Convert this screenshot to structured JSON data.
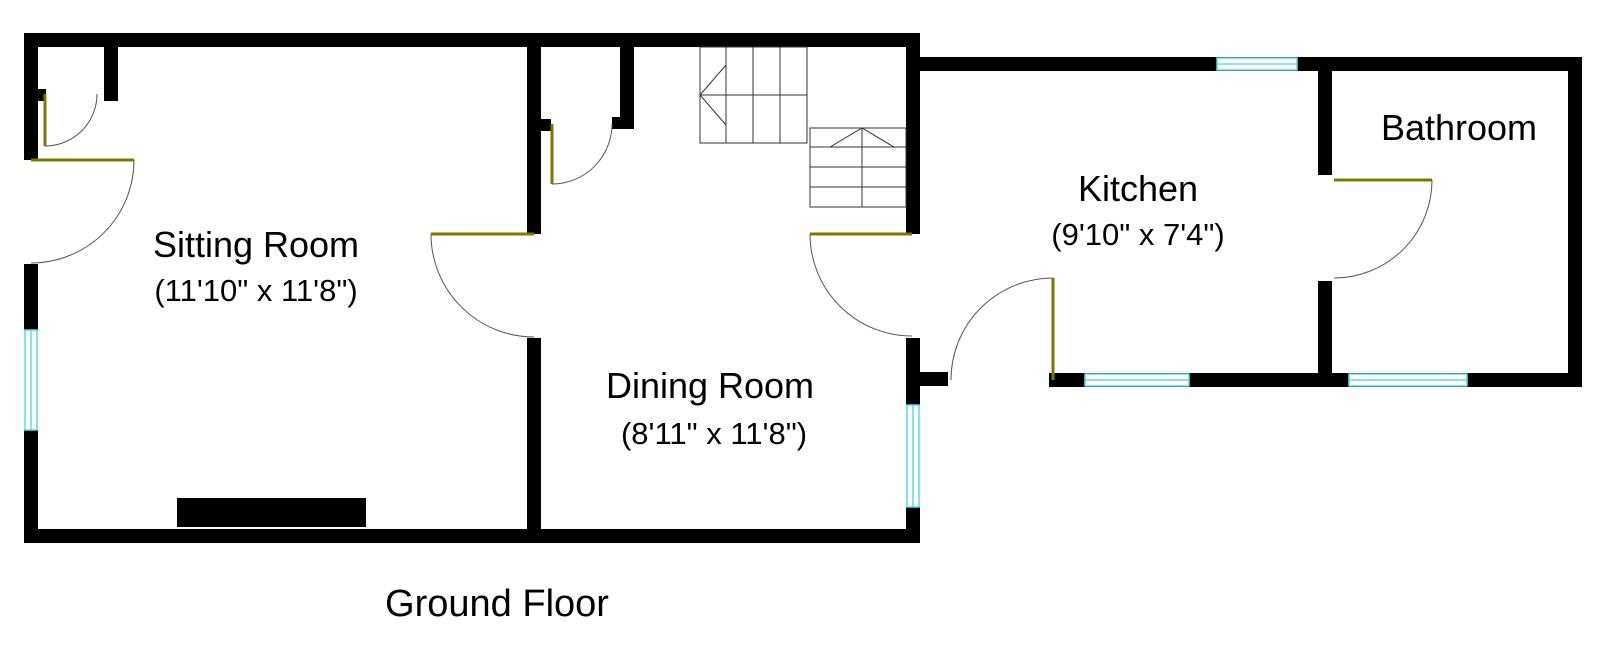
{
  "floor": {
    "name": "Ground Floor"
  },
  "rooms": {
    "sitting": {
      "name": "Sitting Room",
      "dimensions": "(11'10\" x 11'8\")"
    },
    "dining": {
      "name": "Dining Room",
      "dimensions": "(8'11\" x 11'8\")"
    },
    "kitchen": {
      "name": "Kitchen",
      "dimensions": "(9'10\" x 7'4\")"
    },
    "bathroom": {
      "name": "Bathroom"
    }
  },
  "colors": {
    "wall": "#000000",
    "door": "#7a7a00",
    "window": "#5fd8e8",
    "background": "#ffffff"
  },
  "icons": [
    "door-swing-icon",
    "window-icon",
    "staircase-icon",
    "fireplace-icon"
  ]
}
